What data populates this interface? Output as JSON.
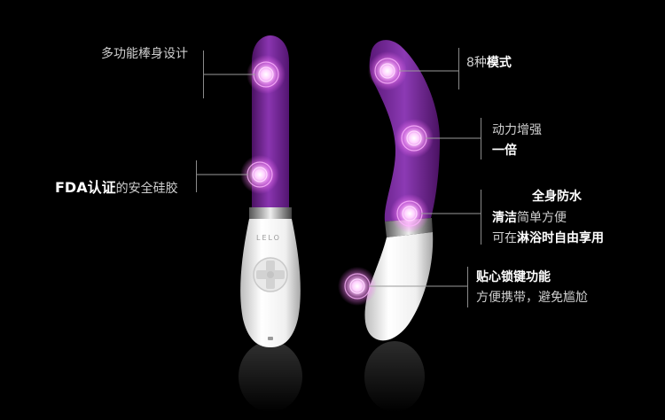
{
  "colors": {
    "background": "#000000",
    "purple": "#6b1f8c",
    "purple_light": "#8e3bb3",
    "white_body": "#f2f2f2",
    "glow": "#ff66ff",
    "text": "#cfcfcf",
    "text_strong": "#ffffff"
  },
  "product": {
    "logo_text": "LELO"
  },
  "labels": {
    "multi_function": "多功能棒身设计",
    "fda_strong": "FDA认证",
    "fda_rest": "的安全硅胶",
    "modes_num": "8种",
    "modes_strong": "模式",
    "power_line1": "动力增强",
    "power_line2": "一倍",
    "waterproof_title": "全身防水",
    "clean_strong": "清洁",
    "clean_rest": "简单方便",
    "shower_pre": "可在",
    "shower_strong": "淋浴时自由享用",
    "lock_title": "贴心锁键功能",
    "lock_sub": "方便携带，避免尴尬"
  },
  "icons": {
    "hotspot": "glow-ring-icon",
    "control_pad": "cross-button-icon"
  }
}
